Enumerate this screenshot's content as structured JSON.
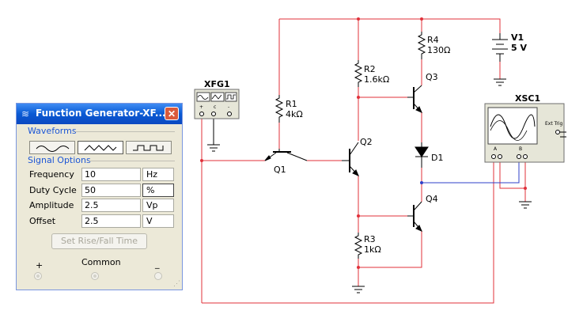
{
  "schematic": {
    "components": {
      "xfg1": {
        "name": "XFG1"
      },
      "xsc1": {
        "name": "XSC1",
        "ext_trig": "Ext Trig",
        "ch_a": "A",
        "ch_b": "B"
      },
      "v1": {
        "name": "V1",
        "value": "5 V"
      },
      "r1": {
        "name": "R1",
        "value": "4kΩ"
      },
      "r2": {
        "name": "R2",
        "value": "1.6kΩ"
      },
      "r3": {
        "name": "R3",
        "value": "1kΩ"
      },
      "r4": {
        "name": "R4",
        "value": "130Ω"
      },
      "q1": {
        "name": "Q1"
      },
      "q2": {
        "name": "Q2"
      },
      "q3": {
        "name": "Q3"
      },
      "q4": {
        "name": "Q4"
      },
      "d1": {
        "name": "D1"
      }
    },
    "colors": {
      "wire_red": "#e0303a",
      "wire_blue": "#2f3fc8",
      "component": "#000000"
    }
  },
  "fg_window": {
    "title": "Function Generator-XF...",
    "close_label": "✕",
    "waveforms_label": "Waveforms",
    "waveforms": [
      {
        "name": "sine",
        "selected": false
      },
      {
        "name": "triangle",
        "selected": true
      },
      {
        "name": "square",
        "selected": false
      }
    ],
    "signal_options_label": "Signal Options",
    "params": [
      {
        "label": "Frequency",
        "value": "10",
        "unit": "Hz"
      },
      {
        "label": "Duty Cycle",
        "value": "50",
        "unit": "%"
      },
      {
        "label": "Amplitude",
        "value": "2.5",
        "unit": "Vp"
      },
      {
        "label": "Offset",
        "value": "2.5",
        "unit": "V"
      }
    ],
    "rise_fall_label": "Set Rise/Fall Time",
    "terminals": {
      "plus": "+",
      "common": "Common",
      "minus": "_"
    }
  }
}
